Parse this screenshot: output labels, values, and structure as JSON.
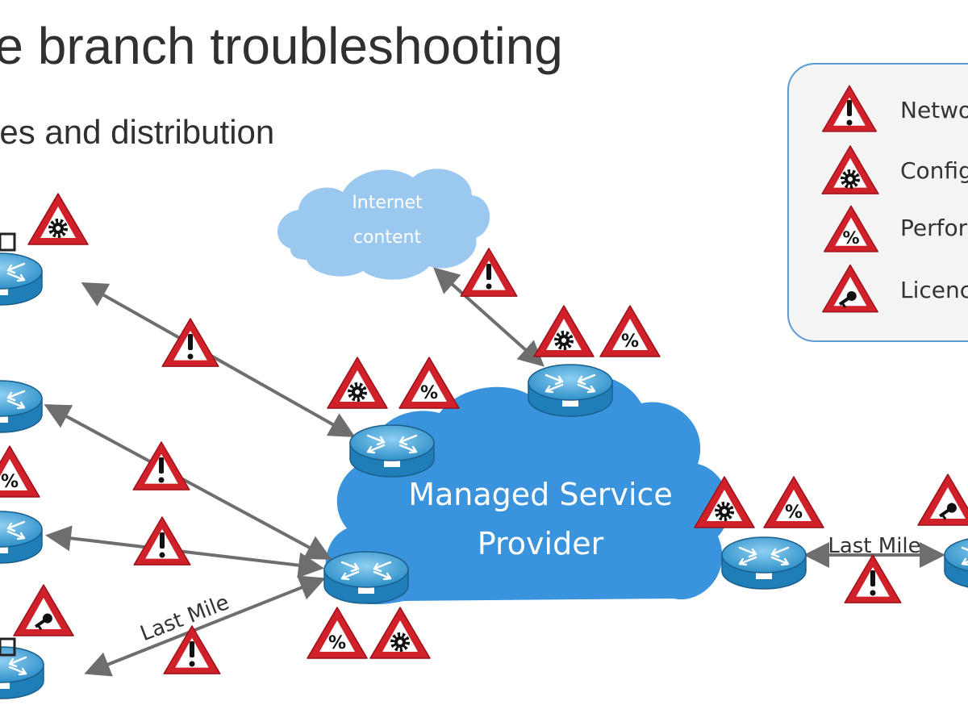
{
  "slide": {
    "title": "ote branch troubleshooting",
    "subtitle": "ypes and distribution"
  },
  "clouds": {
    "internet_line1": "Internet",
    "internet_line2": "content",
    "msp_line1": "Managed Service",
    "msp_line2": "Provider"
  },
  "links": {
    "last_mile_left": "Last Mile",
    "last_mile_right": "Last Mile"
  },
  "legend": {
    "items": [
      {
        "label": "Netwo",
        "icon": "exclamation-icon"
      },
      {
        "label": "Config",
        "icon": "gear-icon"
      },
      {
        "label": "Perfor",
        "icon": "percent-icon"
      },
      {
        "label": "Licenc",
        "icon": "key-icon"
      }
    ]
  },
  "colors": {
    "warning_red": "#d0202a",
    "cloud_blue": "#3a93dd",
    "internet_cloud": "#9bc8ee",
    "arrow_gray": "#6e6e6e",
    "legend_border": "#5b9bd5"
  }
}
